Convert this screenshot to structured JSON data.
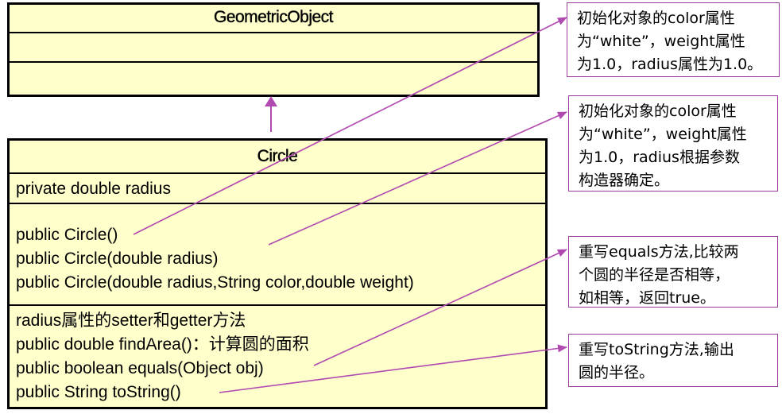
{
  "parent_class": {
    "name": "GeometricObject"
  },
  "child_class": {
    "name": "Circle",
    "attributes": [
      "private double radius"
    ],
    "constructors": [
      "public Circle()",
      "public Circle(double radius)",
      "public Circle(double radius,String color,double weight)"
    ],
    "methods": [
      "radius属性的setter和getter方法",
      "public double findArea()：计算圆的面积",
      "public boolean equals(Object obj)",
      "public String toString()"
    ]
  },
  "notes": [
    {
      "lines": [
        "初始化对象的color属性",
        "为“white”，weight属性",
        "为1.0，radius属性为1.0。"
      ]
    },
    {
      "lines": [
        "初始化对象的color属性",
        "为“white”，weight属性",
        "为1.0，radius根据参数",
        "构造器确定。"
      ]
    },
    {
      "lines": [
        "重写equals方法,比较两",
        "个圆的半径是否相等，",
        "如相等，返回true。"
      ]
    },
    {
      "lines": [
        "重写toString方法,输出",
        "圆的半径。"
      ]
    }
  ],
  "colors": {
    "class_fill": "#ffffcc",
    "class_border": "#000000",
    "connector": "#b04ab0",
    "note_border": "#9a3a9a"
  },
  "icons": {
    "inheritance_arrow": "hollow-triangle-arrow"
  }
}
